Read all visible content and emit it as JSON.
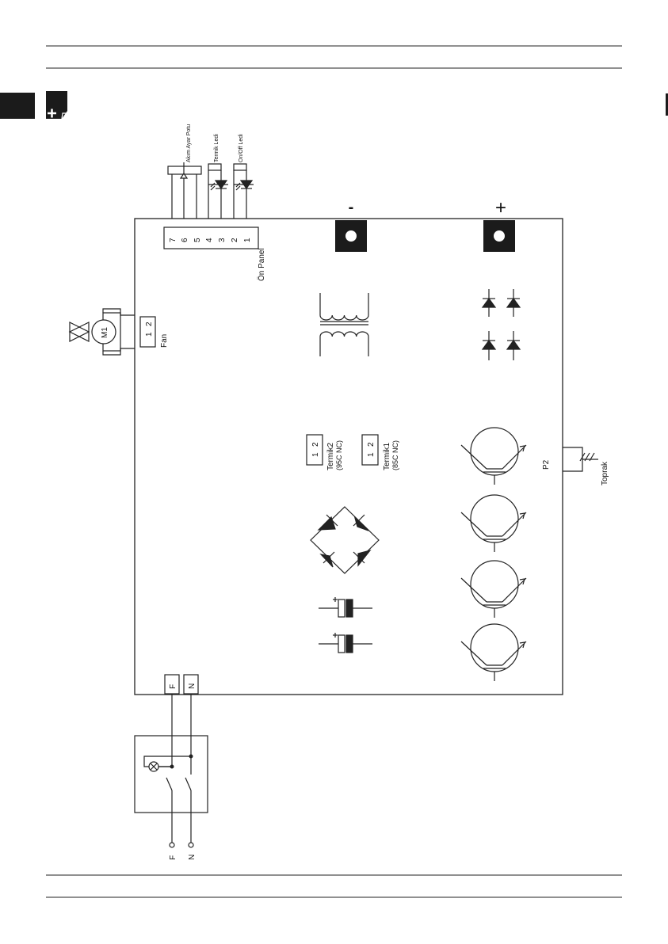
{
  "header_badge_icon": "plus-tab-icon",
  "terminal_minus": "-",
  "terminal_plus": "+",
  "front_panel": {
    "title": "Ön Panel",
    "pins": [
      "7",
      "6",
      "5",
      "4",
      "3",
      "2",
      "1"
    ],
    "current_pot_label": "Akım Ayar Potu",
    "thermal_led_label": "Termik Ledi",
    "onoff_led_label": "On/Off Ledi"
  },
  "fan": {
    "motor_label": "M1",
    "connector_pins": [
      "1",
      "2"
    ],
    "connector_label": "Fan"
  },
  "thermal2": {
    "pins": [
      "1",
      "2"
    ],
    "label": "Termik2",
    "sublabel": "(95C NC)"
  },
  "thermal1": {
    "pins": [
      "1",
      "2"
    ],
    "label": "Termik1",
    "sublabel": "(85C NC)"
  },
  "ground": {
    "connector_label": "P2",
    "label": "Toprak"
  },
  "mains": {
    "phase": "F",
    "neutral": "N",
    "input_phase": "F",
    "input_neutral": "N"
  }
}
